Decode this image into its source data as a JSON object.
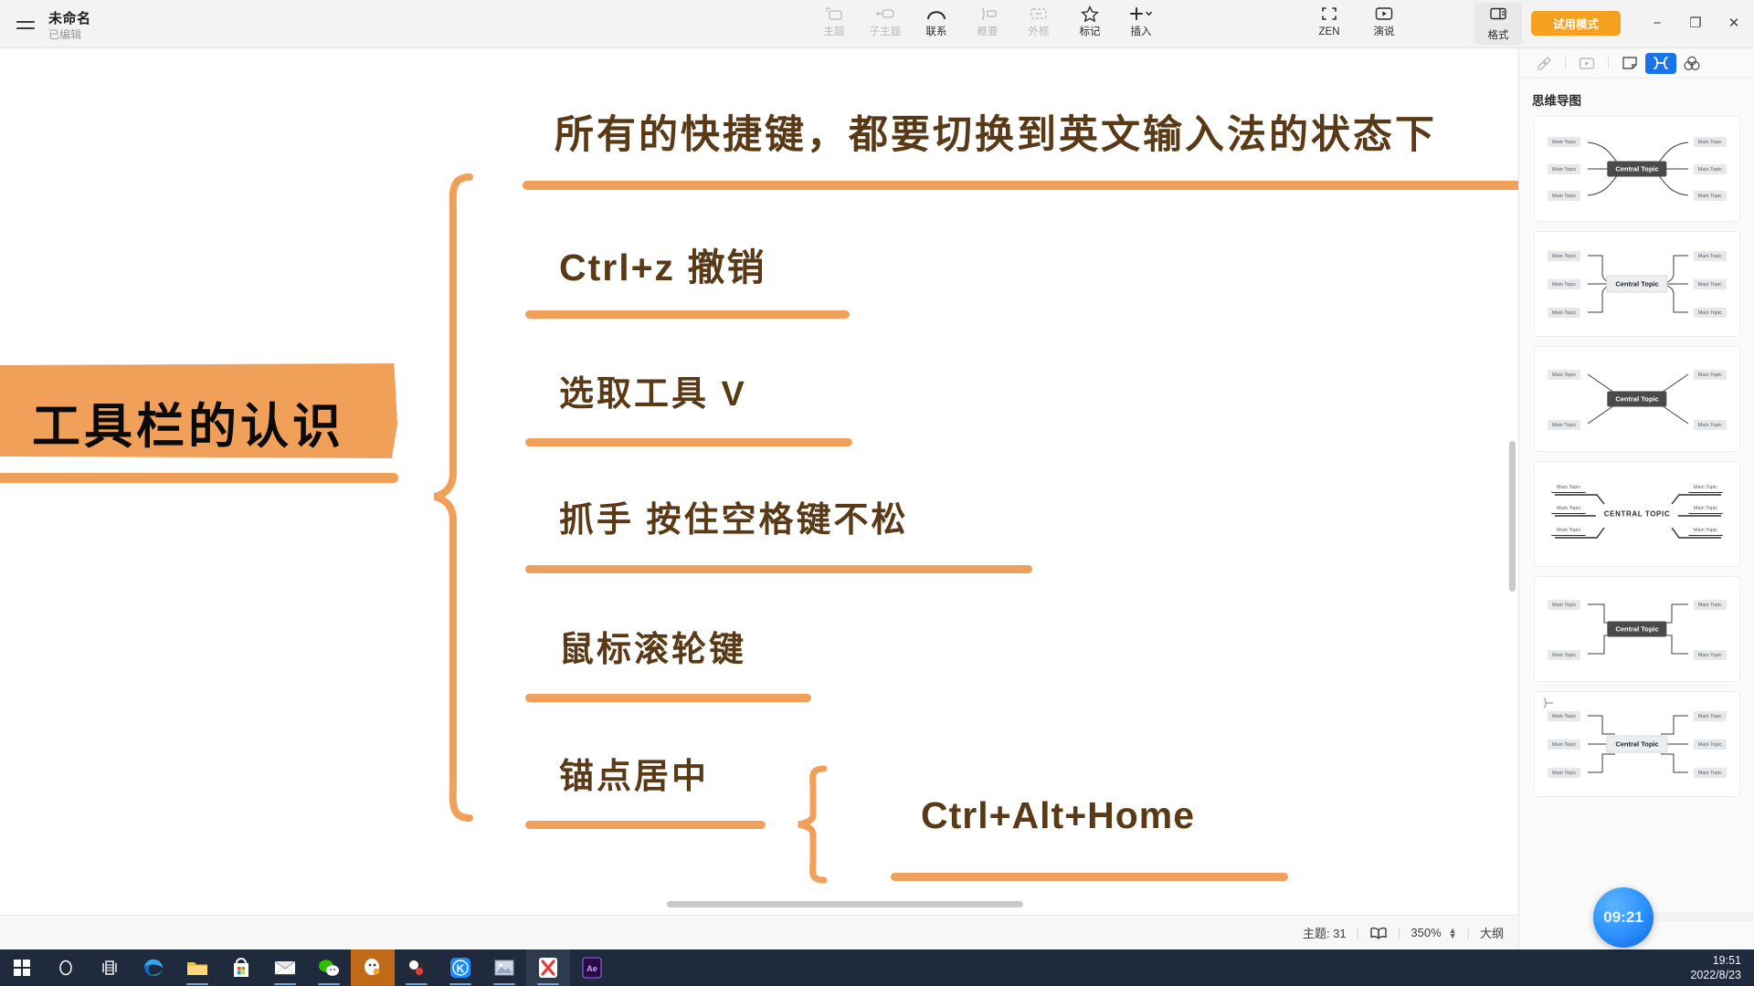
{
  "window": {
    "doc_title": "未命名",
    "doc_status": "已编辑",
    "trial_label": "试用模式",
    "minimize": "−",
    "maximize": "❐",
    "close": "✕",
    "menu_icon": "hamburger-menu-icon"
  },
  "toolbar": {
    "items": [
      {
        "label": "主题",
        "icon": "topic-icon",
        "enabled": false
      },
      {
        "label": "子主题",
        "icon": "subtopic-icon",
        "enabled": false
      },
      {
        "label": "联系",
        "icon": "relationship-icon",
        "enabled": true
      },
      {
        "label": "概要",
        "icon": "summary-icon",
        "enabled": false
      },
      {
        "label": "外框",
        "icon": "boundary-icon",
        "enabled": false
      },
      {
        "label": "标记",
        "icon": "marker-star-icon",
        "enabled": true
      },
      {
        "label": "插入",
        "icon": "insert-plus-icon",
        "enabled": true
      }
    ],
    "right_items": [
      {
        "label": "ZEN",
        "icon": "zen-fullscreen-icon"
      },
      {
        "label": "演说",
        "icon": "presentation-play-icon"
      }
    ],
    "format_label": "格式",
    "format_icon": "format-panel-icon"
  },
  "canvas": {
    "central_topic": "工具栏的认识",
    "title_note": "所有的快捷键，都要切换到英文输入法的状态下",
    "branches": [
      {
        "label": "Ctrl+z  撤销"
      },
      {
        "label": "选取工具   V"
      },
      {
        "label": "抓手   按住空格键不松"
      },
      {
        "label": "鼠标滚轮键"
      },
      {
        "label": "锚点居中",
        "child": "Ctrl+Alt+Home"
      }
    ],
    "accent_color": "#f0a058",
    "text_color": "#5a3a16",
    "central_text_color": "#0a0a0a"
  },
  "statusbar": {
    "topics_label": "主题: 31",
    "view_icon": "book-view-icon",
    "zoom": "350%",
    "stepper_icon": "zoom-stepper-icon",
    "outline_label": "大纲"
  },
  "panel": {
    "title": "思维导图",
    "tabs": [
      {
        "icon": "brush-style-icon",
        "active": false,
        "dim": true
      },
      {
        "icon": "slide-play-icon",
        "active": false,
        "dim": true
      },
      {
        "icon": "sticky-note-icon",
        "active": false,
        "dim": false
      },
      {
        "icon": "mindmap-structure-icon",
        "active": true,
        "dim": false
      },
      {
        "icon": "color-theme-icon",
        "active": false,
        "dim": false
      }
    ],
    "templates": [
      {
        "central": "Central Topic",
        "style": "dark-box",
        "main": "Main Topic",
        "main_count": 6
      },
      {
        "central": "Central Topic",
        "style": "light-box",
        "main": "Main Topic",
        "main_count": 6
      },
      {
        "central": "Central Topic",
        "style": "dark-box",
        "main": "Main Topic",
        "main_count": 4
      },
      {
        "central": "CENTRAL TOPIC",
        "style": "underline",
        "main": "Main Topic",
        "main_count": 6
      },
      {
        "central": "Central Topic",
        "style": "dark-box",
        "main": "Main Topic",
        "main_count": 4
      },
      {
        "central": "Central Topic",
        "style": "light-box",
        "main": "Main Topic",
        "main_count": 6
      }
    ]
  },
  "assistant_bubble": {
    "time": "09:21"
  },
  "taskbar": {
    "time": "19:51",
    "date": "2022/8/23",
    "apps": [
      {
        "name": "start-windows-icon"
      },
      {
        "name": "search-icon"
      },
      {
        "name": "task-view-icon"
      },
      {
        "name": "edge-browser-icon"
      },
      {
        "name": "file-explorer-icon"
      },
      {
        "name": "microsoft-store-icon"
      },
      {
        "name": "mail-icon"
      },
      {
        "name": "wechat-icon"
      },
      {
        "name": "qq-icon"
      },
      {
        "name": "obs-studio-icon"
      },
      {
        "name": "kingsoft-k-icon"
      },
      {
        "name": "photo-viewer-icon"
      },
      {
        "name": "xmind-icon"
      },
      {
        "name": "after-effects-icon"
      }
    ]
  }
}
